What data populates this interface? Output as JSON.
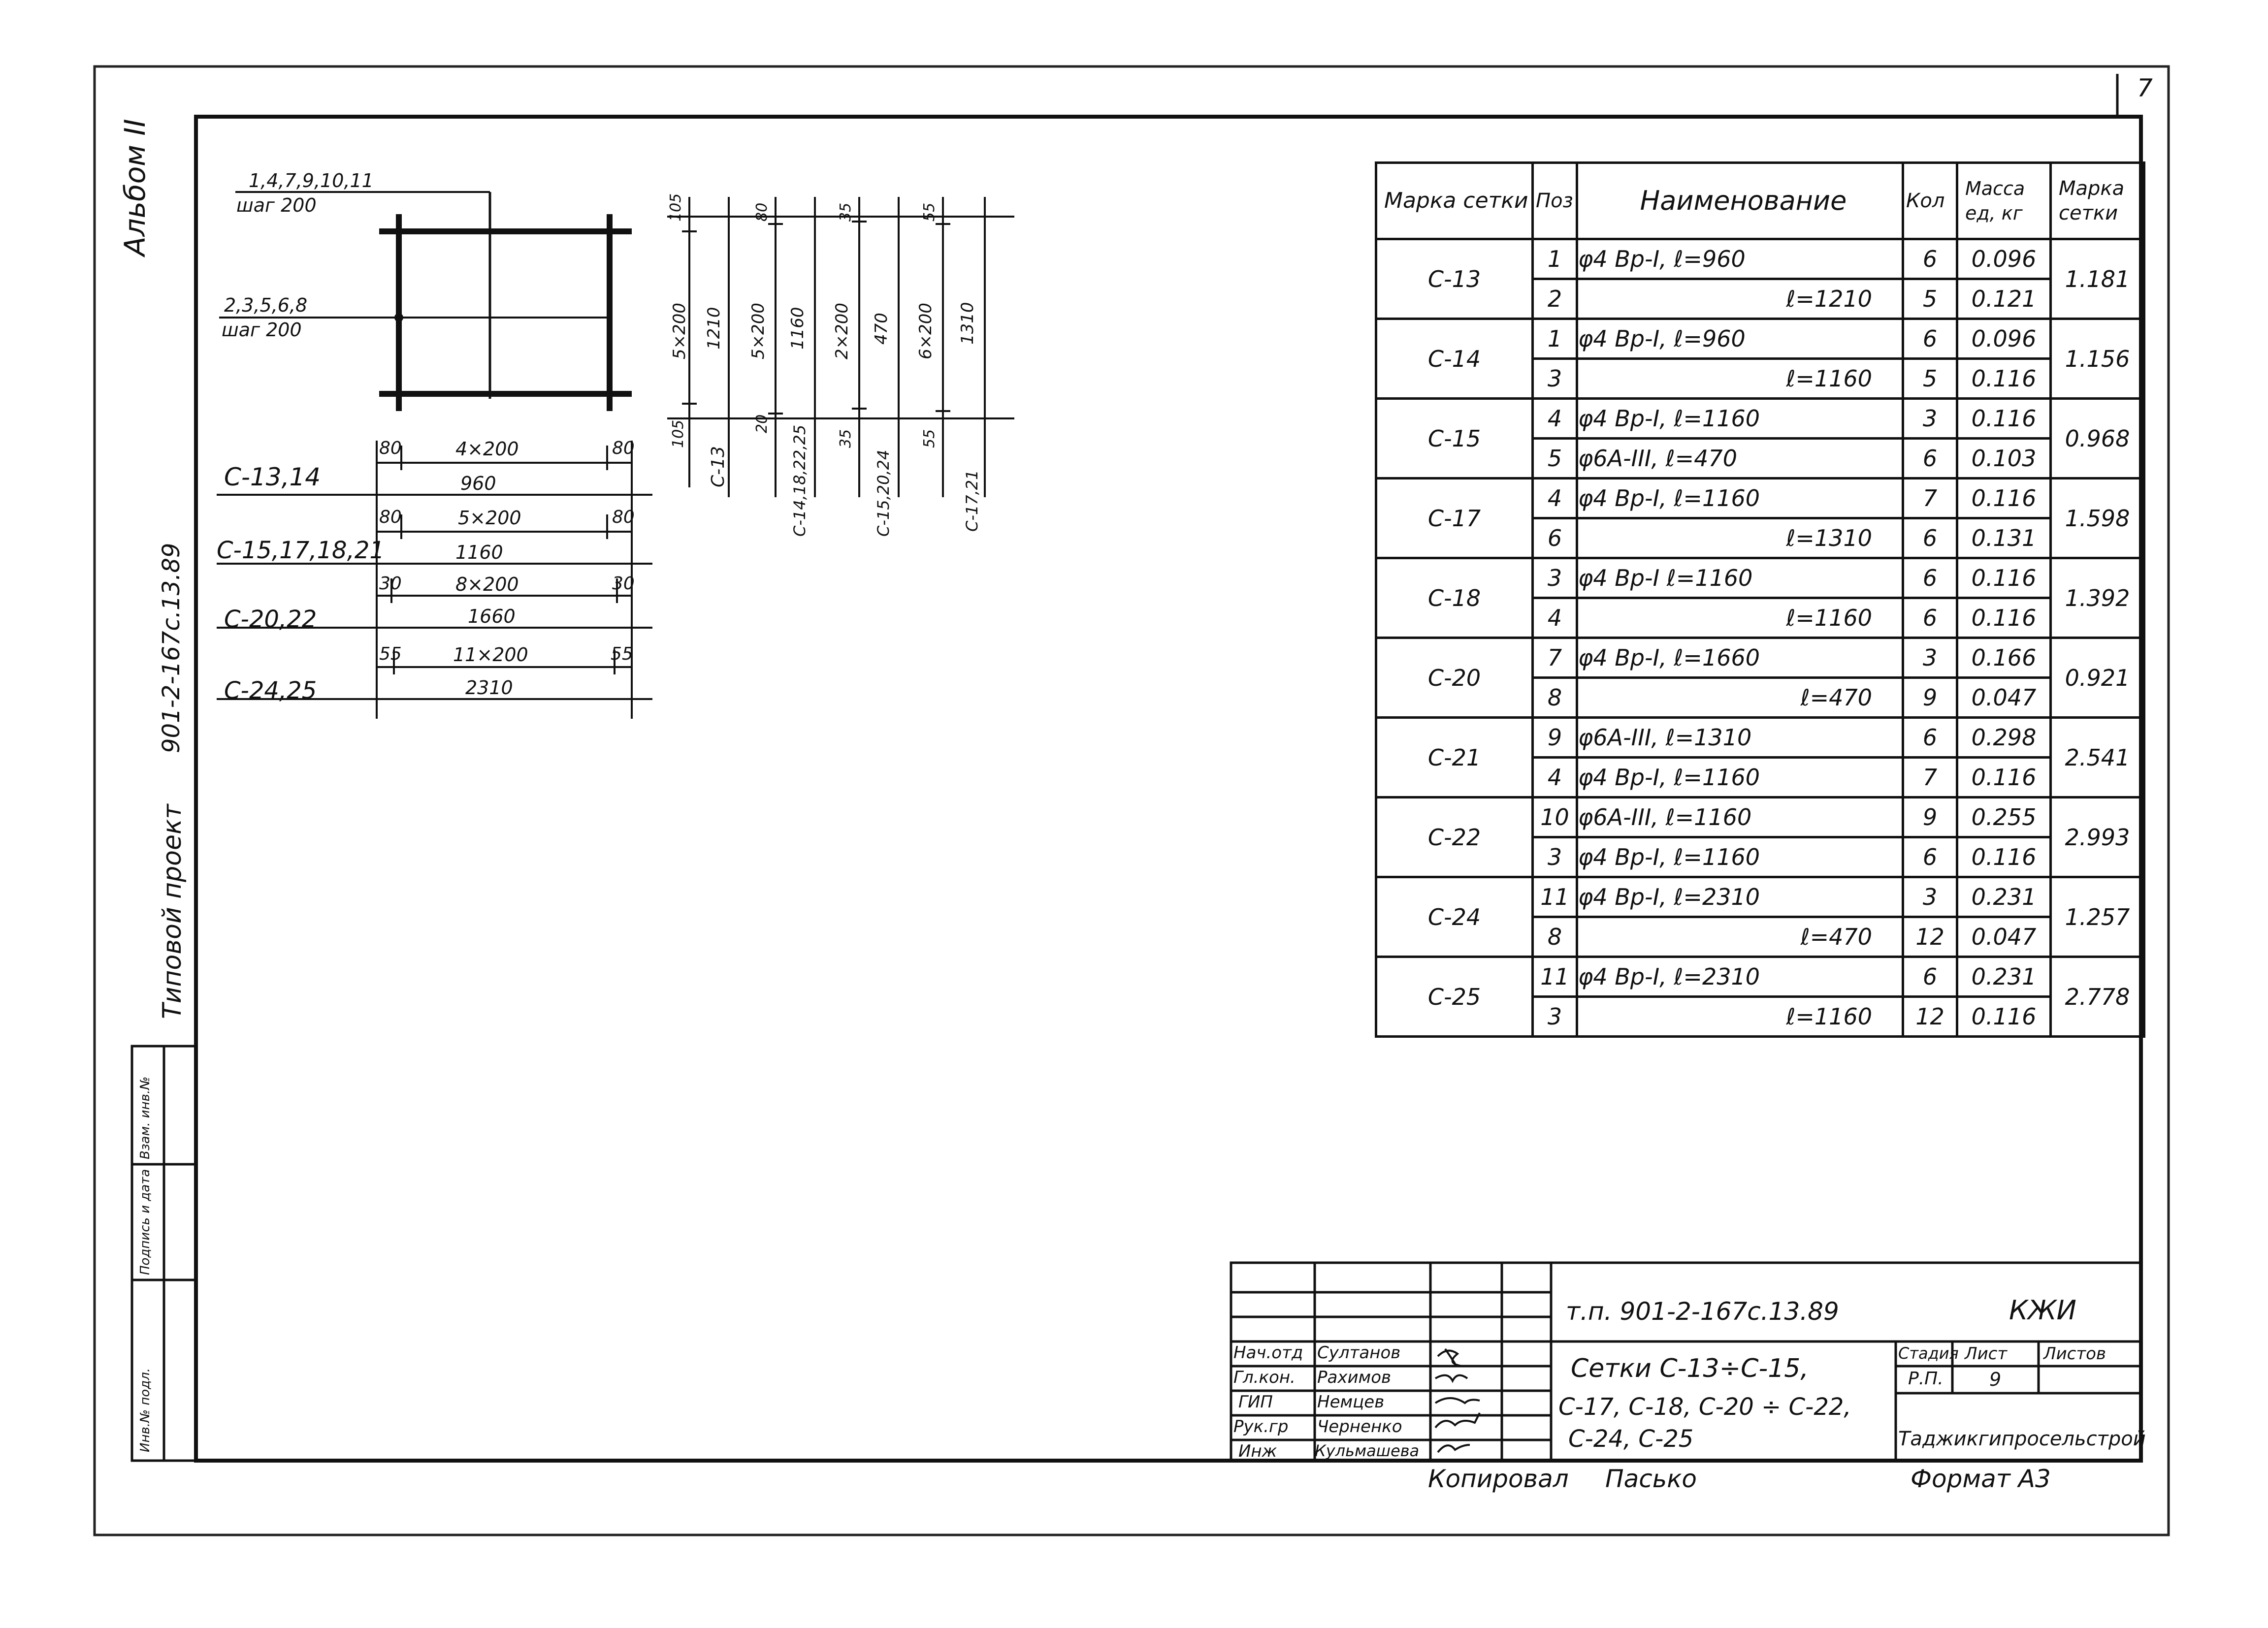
{
  "sheet": {
    "number": "7",
    "side_album": "Альбом II",
    "side_project": "Типовой проект",
    "side_code": "901-2-167с.13.89",
    "side_stamp": [
      "Инв.№ подл.",
      "Подпись и дата",
      "Взам. инв.№"
    ]
  },
  "schematic": {
    "label_a_pos": "1,4,7,9,10,11",
    "label_a_step": "шаг 200",
    "label_b_pos": "2,3,5,6,8",
    "label_b_step": "шаг 200"
  },
  "dimension_rows": [
    {
      "name": "С-13,14",
      "left": "80",
      "mid": "4×200",
      "right": "80",
      "total": "960"
    },
    {
      "name": "С-15,17,18,21",
      "left": "80",
      "mid": "5×200",
      "right": "80",
      "total": "1160"
    },
    {
      "name": "С-20,22",
      "left": "30",
      "mid": "8×200",
      "right": "30",
      "total": "1660"
    },
    {
      "name": "С-24,25",
      "left": "55",
      "mid": "11×200",
      "right": "55",
      "total": "2310"
    }
  ],
  "vertical_dims": [
    {
      "top": "105",
      "mid": "5×200",
      "bottom": "105",
      "name": "С-13",
      "total": "1210"
    },
    {
      "top": "80",
      "mid": "5×200",
      "bottom": "20",
      "name": "С-14,18,22,25",
      "total": "1160"
    },
    {
      "top": "35",
      "mid": "2×200",
      "bottom": "35",
      "name": "С-15,20,24",
      "total": "470"
    },
    {
      "top": "55",
      "mid": "6×200",
      "bottom": "55",
      "name": "С-17,21",
      "total": "1310"
    }
  ],
  "spec_table": {
    "headers": [
      "Марка сетки",
      "Поз",
      "Наименование",
      "Кол",
      "Масса ед, кг",
      "Марка сетки"
    ],
    "groups": [
      {
        "mark": "С-13",
        "total": "1.181",
        "rows": [
          {
            "pos": "1",
            "name": "φ4 Вр-I, ℓ=960",
            "qty": "6",
            "mass": "0.096"
          },
          {
            "pos": "2",
            "name": "ℓ=1210",
            "qty": "5",
            "mass": "0.121"
          }
        ]
      },
      {
        "mark": "С-14",
        "total": "1.156",
        "rows": [
          {
            "pos": "1",
            "name": "φ4 Вр-I, ℓ=960",
            "qty": "6",
            "mass": "0.096"
          },
          {
            "pos": "3",
            "name": "ℓ=1160",
            "qty": "5",
            "mass": "0.116"
          }
        ]
      },
      {
        "mark": "С-15",
        "total": "0.968",
        "rows": [
          {
            "pos": "4",
            "name": "φ4 Вр-I, ℓ=1160",
            "qty": "3",
            "mass": "0.116"
          },
          {
            "pos": "5",
            "name": "φ6А-III, ℓ=470",
            "qty": "6",
            "mass": "0.103"
          }
        ]
      },
      {
        "mark": "С-17",
        "total": "1.598",
        "rows": [
          {
            "pos": "4",
            "name": "φ4 Вр-I, ℓ=1160",
            "qty": "7",
            "mass": "0.116"
          },
          {
            "pos": "6",
            "name": "ℓ=1310",
            "qty": "6",
            "mass": "0.131"
          }
        ]
      },
      {
        "mark": "С-18",
        "total": "1.392",
        "rows": [
          {
            "pos": "3",
            "name": "φ4 Вр-I ℓ=1160",
            "qty": "6",
            "mass": "0.116"
          },
          {
            "pos": "4",
            "name": "ℓ=1160",
            "qty": "6",
            "mass": "0.116"
          }
        ]
      },
      {
        "mark": "С-20",
        "total": "0.921",
        "rows": [
          {
            "pos": "7",
            "name": "φ4 Вр-I, ℓ=1660",
            "qty": "3",
            "mass": "0.166"
          },
          {
            "pos": "8",
            "name": "ℓ=470",
            "qty": "9",
            "mass": "0.047"
          }
        ]
      },
      {
        "mark": "С-21",
        "total": "2.541",
        "rows": [
          {
            "pos": "9",
            "name": "φ6А-III, ℓ=1310",
            "qty": "6",
            "mass": "0.298"
          },
          {
            "pos": "4",
            "name": "φ4 Вр-I, ℓ=1160",
            "qty": "7",
            "mass": "0.116"
          }
        ]
      },
      {
        "mark": "С-22",
        "total": "2.993",
        "rows": [
          {
            "pos": "10",
            "name": "φ6А-III, ℓ=1160",
            "qty": "9",
            "mass": "0.255"
          },
          {
            "pos": "3",
            "name": "φ4 Вр-I, ℓ=1160",
            "qty": "6",
            "mass": "0.116"
          }
        ]
      },
      {
        "mark": "С-24",
        "total": "1.257",
        "rows": [
          {
            "pos": "11",
            "name": "φ4 Вр-I, ℓ=2310",
            "qty": "3",
            "mass": "0.231"
          },
          {
            "pos": "8",
            "name": "ℓ=470",
            "qty": "12",
            "mass": "0.047"
          }
        ]
      },
      {
        "mark": "С-25",
        "total": "2.778",
        "rows": [
          {
            "pos": "11",
            "name": "φ4 Вр-I, ℓ=2310",
            "qty": "6",
            "mass": "0.231"
          },
          {
            "pos": "3",
            "name": "ℓ=1160",
            "qty": "12",
            "mass": "0.116"
          }
        ]
      }
    ]
  },
  "title_block": {
    "code": "т.п. 901-2-167с.13.89",
    "section": "КЖИ",
    "title_line1": "Сетки С-13÷С-15,",
    "title_line2": "С-17, С-18, С-20 ÷ С-22,",
    "title_line3": "С-24, С-25",
    "stage_label": "Стадия",
    "sheet_label": "Лист",
    "sheets_label": "Листов",
    "stage_value": "Р.П.",
    "sheet_value": "9",
    "org": "Таджикгипросельстрой",
    "staff": [
      {
        "role": "Нач.отд",
        "name": "Султанов"
      },
      {
        "role": "Гл.кон.",
        "name": "Рахимов"
      },
      {
        "role": "ГИП",
        "name": "Немцев"
      },
      {
        "role": "Рук.гр",
        "name": "Черненко"
      },
      {
        "role": "Инж",
        "name": "Кульмашева"
      }
    ],
    "copied": "Копировал",
    "copier": "Пасько",
    "format": "Формат А3"
  }
}
